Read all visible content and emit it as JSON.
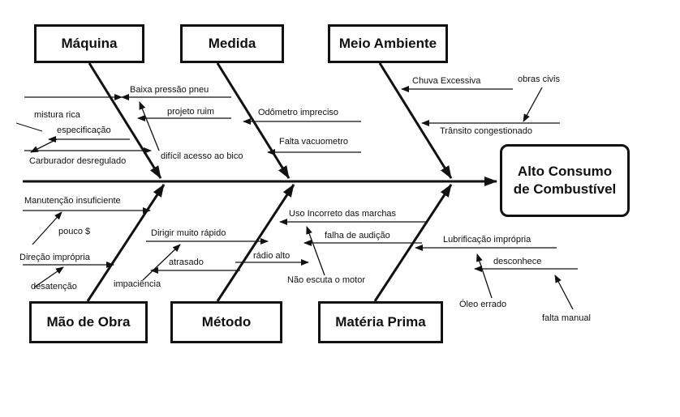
{
  "effect": {
    "line1": "Alto Consumo",
    "line2": "de Combustível"
  },
  "categories": {
    "maquina": "Máquina",
    "medida": "Medida",
    "meio_ambiente": "Meio Ambiente",
    "mao_de_obra": "Mão de Obra",
    "metodo": "Método",
    "materia_prima": "Matéria Prima"
  },
  "causes": {
    "baixa_pressao": "Baixa pressão pneu",
    "projeto_ruim": "projeto ruim",
    "mistura_rica": "mistura rica",
    "especificacao": "especificação",
    "carburador": "Carburador desregulado",
    "dificil_acesso": "difícil acesso ao bico",
    "odometro": "Odômetro  impreciso",
    "falta_vacuometro": "Falta  vacuometro",
    "chuva": "Chuva Excessiva",
    "obras_civis": "obras civis",
    "transito": "Trânsito congestionado",
    "manutencao": "Manutenção insuficiente",
    "pouco": "pouco $",
    "direcao": "Direção imprópria",
    "desatencao": "desatenção",
    "dirigir_rapido": "Dirigir muito rápido",
    "atrasado": "atrasado",
    "impaciencia": "impaciência",
    "radio_alto": "rádio alto",
    "uso_incorreto": "Uso Incorreto das marchas",
    "falha_audicao": "falha de audição",
    "nao_escuta": "Não escuta o motor",
    "lubrificacao": "Lubrificação imprópria",
    "desconhece": "desconhece",
    "oleo_errado": "Óleo errado",
    "falta_manual": "falta manual"
  }
}
